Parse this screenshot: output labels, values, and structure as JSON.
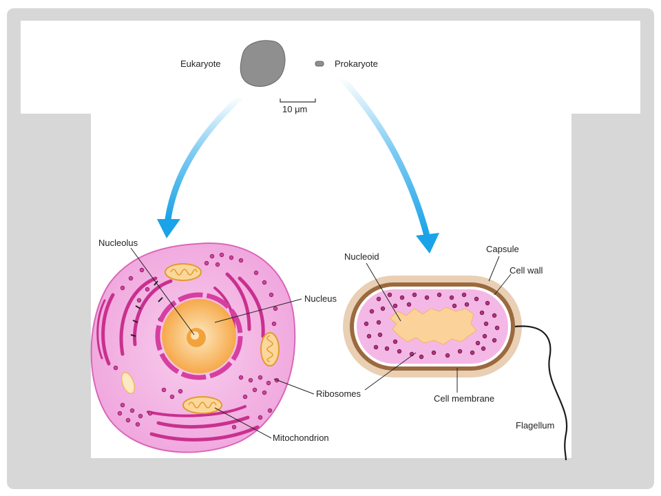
{
  "top": {
    "eukaryote_label": "Eukaryote",
    "prokaryote_label": "Prokaryote",
    "scale_label": "10 μm"
  },
  "eukaryote": {
    "nucleolus": "Nucleolus",
    "nucleus": "Nucleus",
    "ribosomes": "Ribosomes",
    "mitochondrion": "Mitochondrion"
  },
  "prokaryote": {
    "nucleoid": "Nucleoid",
    "capsule": "Capsule",
    "cell_wall": "Cell wall",
    "cell_membrane": "Cell membrane",
    "flagellum": "Flagellum"
  },
  "colors": {
    "arrow": "#1aa3e8",
    "cytoplasm": "#f4b8e6",
    "membrane_pink": "#d63fa0",
    "nucleus_core": "#f6a94a",
    "capsule": "#e9cfb4",
    "cell_wall": "#9a6a3e",
    "nucleoid": "#fbd29a"
  }
}
